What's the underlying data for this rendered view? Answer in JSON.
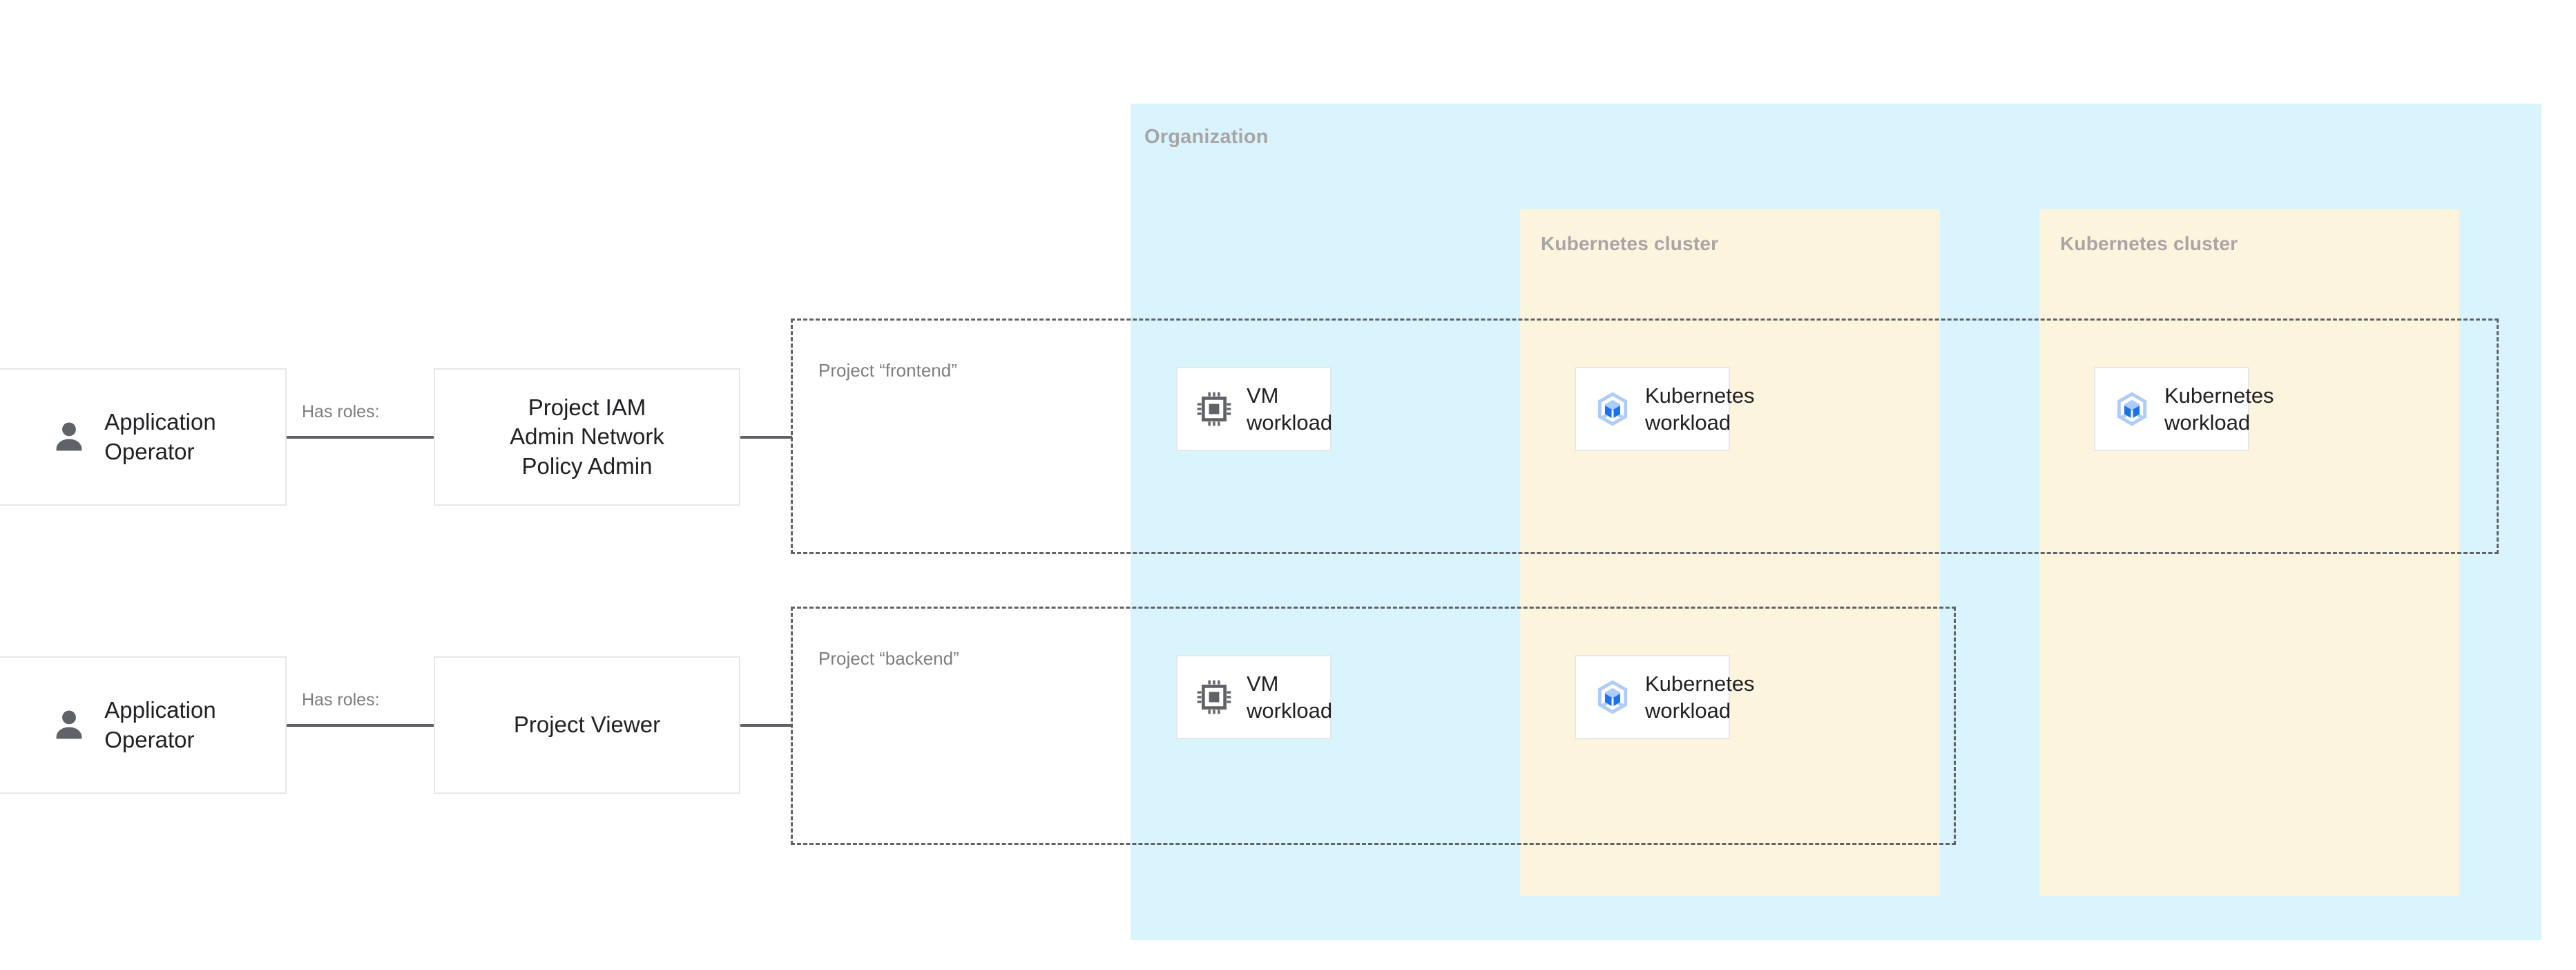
{
  "diagram": {
    "title": "Google Cloud IAM org / project / cluster workload diagram",
    "colors": {
      "org_background": "#d9f4fd",
      "cluster_background": "#fdf4dd",
      "card_background": "#ffffff",
      "card_border": "#e6e7e8",
      "connector": "#5f6368",
      "container_label": "#a9a5a5",
      "project_label": "#7b7f83",
      "body_text": "#202124",
      "k8s_icon_light": "#aecbfa",
      "k8s_icon_dark": "#1a73e8",
      "vm_icon": "#5f6368",
      "person_icon": "#5f6368"
    }
  },
  "organization": {
    "label": "Organization"
  },
  "clusters": [
    {
      "label": "Kubernetes cluster"
    },
    {
      "label": "Kubernetes cluster"
    }
  ],
  "projects": [
    {
      "label": "Project “frontend”"
    },
    {
      "label": "Project “backend”"
    }
  ],
  "actors": [
    {
      "label": "Application\nOperator",
      "icon": "person-icon"
    },
    {
      "label": "Application\nOperator",
      "icon": "person-icon"
    }
  ],
  "roles": [
    {
      "label": "Project IAM\nAdmin Network\nPolicy Admin"
    },
    {
      "label": "Project Viewer"
    }
  ],
  "connectors": [
    {
      "caption": "Has roles:"
    },
    {
      "caption": "Has roles:"
    }
  ],
  "workloads": {
    "frontend": [
      {
        "label": "VM workload",
        "icon": "cpu-chip-icon"
      },
      {
        "label": "Kubernetes\nworkload",
        "icon": "kubernetes-icon"
      },
      {
        "label": "Kubernetes\nworkload",
        "icon": "kubernetes-icon"
      }
    ],
    "backend": [
      {
        "label": "VM workload",
        "icon": "cpu-chip-icon"
      },
      {
        "label": "Kubernetes\nworkload",
        "icon": "kubernetes-icon"
      }
    ]
  }
}
